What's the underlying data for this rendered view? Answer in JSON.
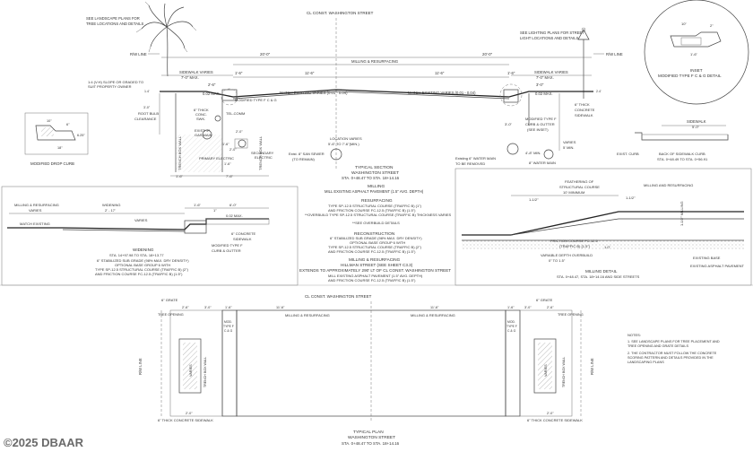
{
  "sheet": {
    "watermark": "©2025 DBAAR",
    "top_notes": {
      "landscape": [
        "SEE LANDSCAPE PLANS FOR",
        "TREE LOCATIONS AND DETAILS"
      ],
      "lighting": [
        "SEE LIGHTING PLANS FOR STREET",
        "LIGHT LOCATIONS AND DETAILS"
      ]
    },
    "section": {
      "cl": "CL CONST. WASHINGTON STREET",
      "rw": "R/W LINE",
      "dim_20": "20'-0\"",
      "milling": "MILLING & RESURFACING",
      "sidewalk_varies": "SIDEWALK VARIES",
      "max7": "7'-0\" MAX.",
      "d16": "1'-6\"",
      "d116": "11'-6\"",
      "d26": "2'-6\"",
      "d30": "3'-0\"",
      "slope": [
        "1:4 (V:H) SLOPE OR GRADED TO",
        "SUIT PROPERTY OWNER"
      ],
      "max002": "0.02 MAX.",
      "match": "MATCH EXISTING VARIES (0.01 - 0.04)",
      "curb": [
        "MODIFIED TYPE F C & G"
      ],
      "thick": [
        "6\" THICK",
        "CONC.",
        "SWK."
      ],
      "tel": "TEL-COMM",
      "root": [
        "ROOT BULB",
        "CLEARANCE"
      ],
      "gas": [
        "EXIST. 2\"",
        "GAS MAIN"
      ],
      "primary": "PRIMARY ELECTRIC",
      "secondary": [
        "SECONDARY",
        "ELECTRIC"
      ],
      "trench": "TRENCH BOX WALL",
      "loc": [
        "LOCATION VARIES",
        "5'-6\" TO 7'-6\"(MIN.)"
      ],
      "san": [
        "Exist. 8\" SAN SEWER",
        "(TO REMAIN)"
      ],
      "right_curb": [
        "MODIFIED TYPE F",
        "CURB & GUTTER",
        "(SEE INSET)"
      ],
      "varies": "VARIES",
      "min5": "5' MIN.",
      "water_rem": [
        "Existing 6\" WATER MAIN",
        "TO BE REMOVED"
      ],
      "water_min": "4'-8\" MIN.",
      "water_main": "8\" WATER MAIN",
      "conc_sw": [
        "6\" THICK",
        "CONCRETE",
        "SIDEWALK"
      ],
      "d74": "7'-6\"",
      "d14": "1'-6\"",
      "d24": "2'-0\""
    },
    "inset": {
      "title": "INSET",
      "subtitle": "MODIFIED TYPE F C & G DETAIL",
      "d1": "10\"",
      "d2": "2\"",
      "d3": "1'-6\""
    },
    "drop_curb": {
      "title": "MODIFIED DROP CURB",
      "d1": "10\"",
      "d2": "6\"",
      "d3": "6.25\"",
      "d4": "18\""
    },
    "swk_curb": {
      "sidewalk": "SIDEWALK",
      "w": "5'-0\"",
      "exist": "EXIST. CURB",
      "back": "BACK OF SIDEWALK CURB",
      "sta": "STA. 0+48.49 TO STA. 0+56.91"
    },
    "typical_section": {
      "l1": "TYPICAL SECTION",
      "l2": "WASHINGTON STREET",
      "l3": "STA. 0+48.47 TO STA. 18+14.16"
    },
    "notes": {
      "milling_h": "MILLING",
      "milling_t": "MILL EXISTING ASPHALT PAVEMENT (1.5\" AVG. DEPTH)",
      "resurf_h": "RESURFACING",
      "resurf_t": [
        "TYPE SP-12.5 STRUCTURAL COURSE (TRAFFIC B) (1\")",
        "AND FRICTION COURSE FC-12.5 (TRAFFIC B) (1.5\")",
        "**OVERBUILD TYPE SP-12.5 STRUCTURAL COURSE (TRAFFIC B) THICKNESS VARIES"
      ],
      "overbuild": "**SEE OVERBUILD DETAILS",
      "recon_h": "RECONSTRUCTION",
      "recon_t": [
        "6\" STABILIZED SUB GRADE (98% MAX. DRY DENSITY)",
        "OPTIONAL BASE GROUP 6 WITH",
        "TYPE SP-12.5 STRUCTURAL COURSE (TRAFFIC B) (2\")",
        "AND FRICTION COURSE FC-12.5 (TRAFFIC B) (1.5\")"
      ],
      "hill_h": "MILLING & RESURFACING",
      "hill_1": "HILLMAN STREET (SEE SHEET C3.3)",
      "hill_2": "EXTENDS TO APPROXIMATELY 290' LT OF CL CONST. WASHINGTON STREET",
      "hill_t": [
        "MILL EXISTING ASPHALT PAVEMENT (1.5\" AVG. DEPTH)",
        "AND FRICTION COURSE FC-12.5 (TRAFFIC B) (1.5\")"
      ]
    },
    "widening": {
      "mill": [
        "MILLING & RESURFACING",
        "VARIES"
      ],
      "wid": [
        "WIDENING",
        "2' - 17'"
      ],
      "d14": "1'-6\"",
      "d60": "6'-0\"",
      "varies": "VARIES",
      "match": "MATCH EXISTING",
      "d1": "1\"",
      "max": "0.02 MAX.",
      "curb": [
        "6\" CONCRETE",
        "SIDEWALK"
      ],
      "mod": [
        "MODIFIED TYPE F",
        "CURB & GUTTER"
      ],
      "title": "WIDENING",
      "sta": "STA. 14+97.98 TO STA. 18+13.77",
      "t": [
        "6\" STABILIZED SUB GRADE (98% MAX. DRY DENSITY)",
        "OPTIONAL BASE GROUP 6 WITH",
        "TYPE SP-12.5 STRUCTURAL COURSE (TRAFFIC B) (2\")",
        "AND FRICTION COURSE FC-12.5 (TRAFFIC B) (1.5\")"
      ]
    },
    "milling_detail": {
      "feather": [
        "FEATHERING OF",
        "STRUCTURAL COURSE"
      ],
      "min10": "10' MINIMUM",
      "mill_res": "MILLING AND RESURFACING",
      "d112a": "1-1/2\"",
      "d112b": "1-1/2\"",
      "d112c": "1-1/2\" MILLING",
      "friction": "FRICTION COURSE FC-12.5",
      "traffic": "(TRAFFIC B) (1.5\")",
      "variable": [
        "VARIABLE DEPTH OVERBUILD",
        "0\" TO 1.5\""
      ],
      "d10": "1.0\"",
      "exist_base": "EXISTING BASE",
      "exist_asph": "EXISTING ASPHALT PAVEMENT",
      "title": "MILLING DETAIL",
      "sta": "STA. 0+48.47, STA. 18+14.16 AND SIDE STREETS"
    },
    "plan": {
      "cl": "CL CONST. WASHINGTON STREET",
      "grate": "6\" GRATE",
      "tree": "TREE OPENING",
      "d26": "2'-6\"",
      "d30": "3'-0\"",
      "d16": "1'-6\"",
      "d116": "11'-6\"",
      "mod": [
        "MOD.",
        "TYPE F",
        "C & G"
      ],
      "milling": "MILLING & RESURFACING",
      "rw": "R/W LINE",
      "trench": "TRENCH BOX WALL",
      "varies": "VARIES",
      "swk": "6\" THICK CONCRETE SIDEWALK",
      "d20": "2'-0\"",
      "title1": "TYPICAL PLAN",
      "title2": "WASHINGTON STREET",
      "title3": "STA. 0+48.47 TO STA. 18+14.16",
      "notes_h": "NOTES:",
      "notes": [
        "1. SEE LANDSCAPE PLANS FOR TREE PLACEMENT AND",
        "   TREE OPENING AND GRATE DETAILS",
        "2. THE CONTRACTOR MUST FOLLOW THE CONCRETE",
        "   SCORING PATTERN AND DETAILS PROVIDED IN THE",
        "   LANDSCAPING PLANS"
      ]
    }
  }
}
